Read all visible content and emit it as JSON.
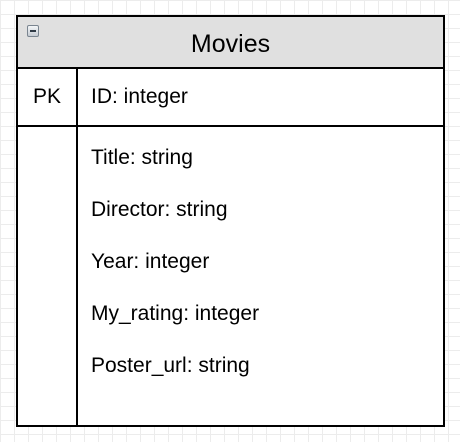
{
  "table": {
    "title": "Movies",
    "primary_key": {
      "label": "PK",
      "field": "ID: integer"
    },
    "fields": [
      "Title: string",
      "Director: string",
      "Year: integer",
      "My_rating: integer",
      "Poster_url: string"
    ]
  },
  "colors": {
    "header_fill": "#e0e0e0",
    "border": "#000000",
    "grid": "#ececec"
  }
}
